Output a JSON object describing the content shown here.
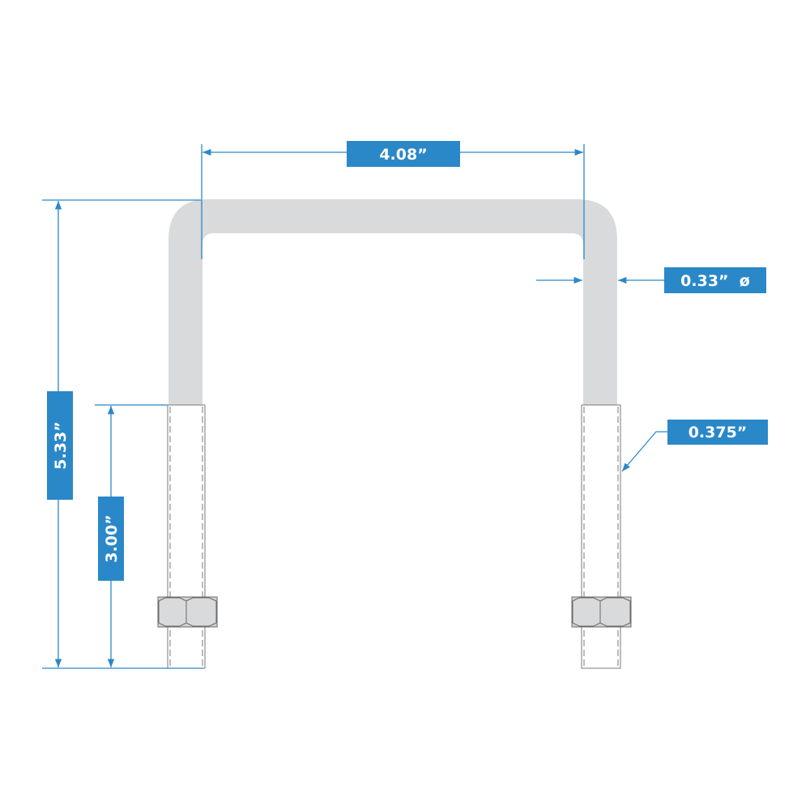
{
  "colors": {
    "accent": "#2a88c8",
    "part": "#d9dadc",
    "outline": "#7a7a7a"
  },
  "dimensions": {
    "inside_width": "4.08”",
    "overall_height": "5.33”",
    "thread_length": "3.00”",
    "rod_diameter": "0.33”  ø",
    "thread_diameter": "0.375”"
  }
}
